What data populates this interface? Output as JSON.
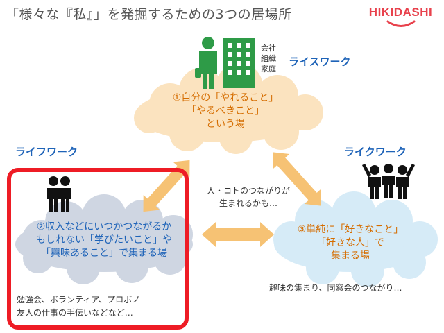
{
  "header": {
    "title": "「様々な『私』」を発掘するための3つの居場所",
    "logo_text": "HIKIDASHI"
  },
  "colors": {
    "accent_blue": "#1e63b8",
    "cloud_orange": "#fbe3bf",
    "cloud_gray": "#cfd6e2",
    "cloud_blue": "#d6ebf7",
    "arrow_orange": "#f6c274",
    "icon_green": "#2e9b47",
    "frame_red": "#ee1c25",
    "text_orange": "#d56d00",
    "text_blue": "#1e63b8"
  },
  "ricework": {
    "label": "ライスワーク",
    "org_lines": [
      "会社",
      "組織",
      "家庭"
    ],
    "cloud_lines": [
      "①自分の「やれること」",
      "「やるべきこと」",
      "という場"
    ],
    "icons": [
      "businessman-icon",
      "building-icon"
    ]
  },
  "lifework": {
    "label": "ライフワーク",
    "cloud_lines": [
      "②収入などにいつかつながるか",
      "もしれない「学びたいこと」や",
      "「興味あること」で集まる場"
    ],
    "desc_lines": [
      "勉強会、ボランティア、プロボノ",
      "友人の仕事の手伝いなどなど…"
    ],
    "icons": [
      "two-people-icon"
    ]
  },
  "likework": {
    "label": "ライクワーク",
    "cloud_lines": [
      "③単純に「好きなこと」",
      "「好きな人」で",
      "集まる場"
    ],
    "desc_lines": [
      "趣味の集まり、同窓会のつながり…"
    ],
    "icons": [
      "group-people-icon"
    ]
  },
  "connector": {
    "lines": [
      "人・コトのつながりが",
      "生まれるかも…"
    ]
  }
}
